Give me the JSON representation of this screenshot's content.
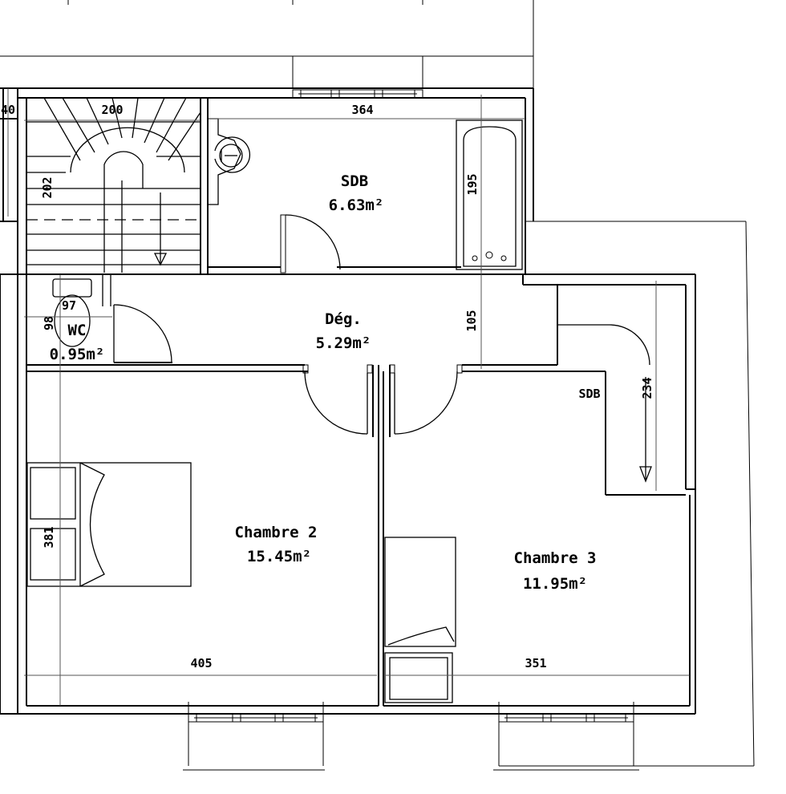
{
  "rooms": {
    "sdb": {
      "name": "SDB",
      "area": "6.63m²"
    },
    "deg": {
      "name": "Dég.",
      "area": "5.29m²"
    },
    "wc": {
      "name": "WC",
      "area": "0.95m²"
    },
    "chambre2": {
      "name": "Chambre 2",
      "area": "15.45m²"
    },
    "chambre3": {
      "name": "Chambre 3",
      "area": "11.95m²"
    },
    "sdb_small": {
      "name": "SDB"
    }
  },
  "dimensions": {
    "d40": "40",
    "d200": "200",
    "d364": "364",
    "d202": "202",
    "d195": "195",
    "d105": "105",
    "d97": "97",
    "d98": "98",
    "d234": "234",
    "d381": "381",
    "d405": "405",
    "d351": "351"
  }
}
